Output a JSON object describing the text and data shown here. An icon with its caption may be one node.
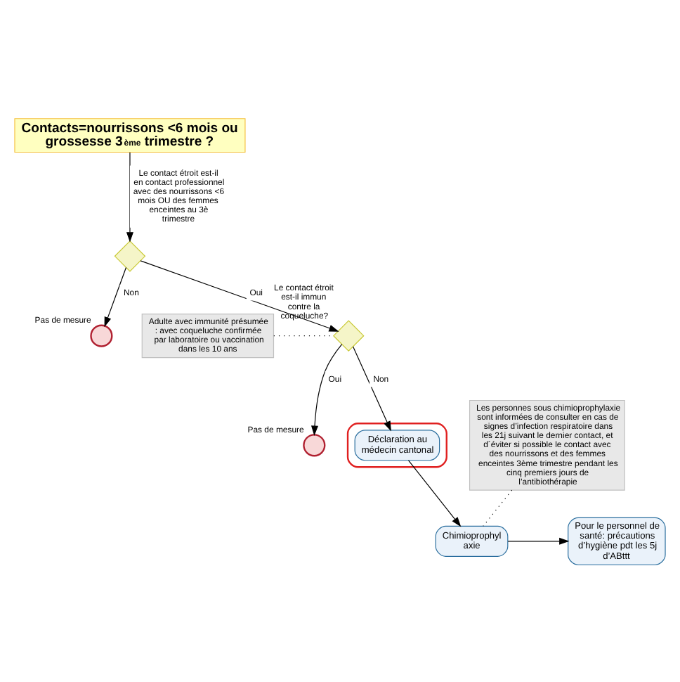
{
  "diagram": {
    "nodes": [
      {
        "text": [
          "Contacts=nourrissons <6 mois ou grossesse 3$^{ème}$ trimestre ?"
        ]
      },
      {
        "text": [],
        "shape": "diamond"
      },
      {
        "text": [],
        "shape": "circle",
        "beside": [
          "Pas de mesure"
        ]
      },
      {
        "text": [],
        "shape": "diamond",
        "beside": [
          "Le contact étroit est-il immun contre la coqueluche?"
        ]
      },
      {
        "text": [
          "Adulte avec immunité présumée : avec coqueluche confirmée par laboratoire ou vaccination dans les 10 ans"
        ]
      },
      {
        "text": [],
        "shape": "circle",
        "beside": [
          "Pas de mesure"
        ]
      },
      {
        "text": [],
        "shape": "ellipse"
      },
      {
        "text": [
          "Déclaration au médecin cantonal"
        ],
        "in": 6
      },
      {
        "text": [
          "Chimioprophyl axie"
        ]
      },
      {
        "text": [
          "Pour le personnel de santé: précautions d’hygiène pdt les 5j d’ABttt"
        ]
      },
      {
        "text": [
          "Les personnes sous chimioprophylaxie sont informées de consulter en cas de signes d’infection respiratoire dans les 21j suivant le dernier contact, et d´éviter si possible le contact avec des nourrissons et des femmes enceintes 3ème trimestre pendant les cinq premiers jours de l’antibiothérapie"
        ]
      }
    ],
    "edges": [
      {
        "from": 0,
        "to": 1,
        "arrow": "to",
        "label": "Le contact étroit est-il en contact professionnel avec des nourrissons <6 mois OU des femmes enceintes au 3è trimestre"
      },
      {
        "from": 1,
        "to": 2,
        "arrow": "to",
        "label": "Non"
      },
      {
        "from": 1,
        "to": 3,
        "arrow": "to",
        "label": "Oui"
      },
      {
        "from": 4,
        "to": 3,
        "arrow": "none",
        "style": "dashed"
      },
      {
        "from": 3,
        "to": 5,
        "arrow": "to",
        "label": "Oui"
      },
      {
        "from": 3,
        "to": 7,
        "arrow": "to",
        "label": "Non"
      },
      {
        "from": 7,
        "to": 8,
        "arrow": "to"
      },
      {
        "from": 8,
        "to": 9,
        "arrow": "to"
      },
      {
        "from": 10,
        "to": 8,
        "arrow": "none",
        "style": "dashed"
      }
    ]
  }
}
